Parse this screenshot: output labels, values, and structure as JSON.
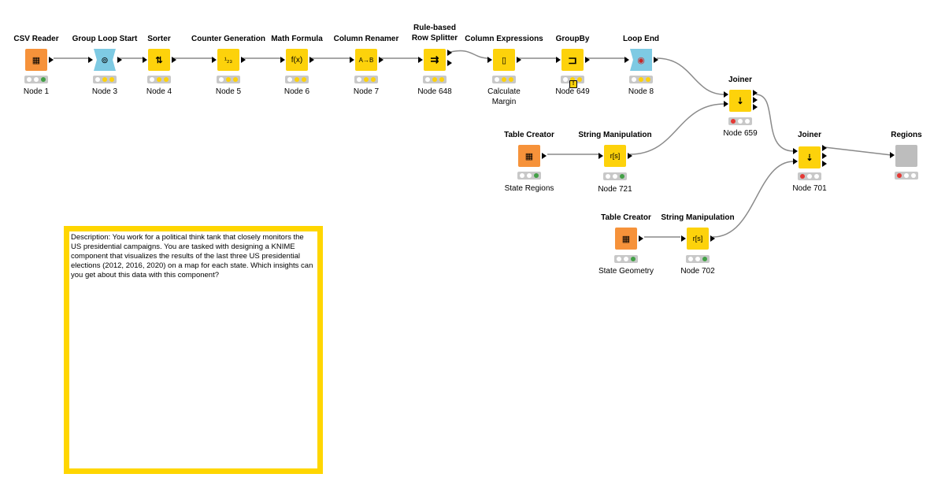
{
  "workflow": {
    "nodes": {
      "csv_reader": {
        "title": "CSV Reader",
        "label": "Node 1",
        "icon": "table-file-icon",
        "glyph": "▦",
        "status": [
          "none",
          "none",
          "green"
        ]
      },
      "group_loop_start": {
        "title": "Group Loop Start",
        "label": "Node 3",
        "icon": "loop-start-icon",
        "glyph": "⊚",
        "status": [
          "none",
          "yellow",
          "yellow"
        ]
      },
      "sorter": {
        "title": "Sorter",
        "label": "Node 4",
        "icon": "sort-icon",
        "glyph": "⇅",
        "status": [
          "none",
          "yellow",
          "yellow"
        ]
      },
      "counter_generation": {
        "title": "Counter Generation",
        "label": "Node 5",
        "icon": "counter-icon",
        "glyph": "¹₂₃",
        "status": [
          "none",
          "yellow",
          "yellow"
        ]
      },
      "math_formula": {
        "title": "Math Formula",
        "label": "Node 6",
        "icon": "function-icon",
        "glyph": "f(x)",
        "status": [
          "none",
          "yellow",
          "yellow"
        ]
      },
      "column_renamer": {
        "title": "Column Renamer",
        "label": "Node 7",
        "icon": "rename-icon",
        "glyph": "A→B",
        "status": [
          "none",
          "yellow",
          "yellow"
        ]
      },
      "rule_splitter": {
        "title_line1": "Rule-based",
        "title_line2": "Row Splitter",
        "label": "Node 648",
        "icon": "split-icon",
        "glyph": "⇉",
        "status": [
          "none",
          "yellow",
          "yellow"
        ]
      },
      "column_expressions": {
        "title": "Column Expressions",
        "label_line1": "Calculate",
        "label_line2": "Margin",
        "icon": "expression-icon",
        "glyph": "▯",
        "status": [
          "none",
          "yellow",
          "yellow"
        ]
      },
      "groupby": {
        "title": "GroupBy",
        "label": "Node 649",
        "icon": "groupby-icon",
        "glyph": "⊐",
        "status": [
          "none",
          "yellow",
          "yellow"
        ],
        "warning": "!"
      },
      "loop_end": {
        "title": "Loop End",
        "label": "Node 8",
        "icon": "loop-end-icon",
        "glyph": "◉",
        "status": [
          "none",
          "yellow",
          "yellow"
        ]
      },
      "joiner_659": {
        "title": "Joiner",
        "label": "Node 659",
        "icon": "joiner-icon",
        "glyph": "⇣",
        "status": [
          "red",
          "none",
          "none"
        ]
      },
      "table_creator_1": {
        "title": "Table Creator",
        "label": "State Regions",
        "icon": "table-create-icon",
        "glyph": "▦",
        "status": [
          "none",
          "none",
          "green"
        ]
      },
      "string_manip_721": {
        "title": "String Manipulation",
        "label": "Node 721",
        "icon": "string-icon",
        "glyph": "r[s]",
        "status": [
          "none",
          "none",
          "green"
        ]
      },
      "joiner_701": {
        "title": "Joiner",
        "label": "Node 701",
        "icon": "joiner-icon",
        "glyph": "⇣",
        "status": [
          "red",
          "none",
          "none"
        ]
      },
      "regions": {
        "title": "Regions",
        "label": "",
        "icon": "component-icon",
        "glyph": "",
        "status": [
          "red",
          "none",
          "none"
        ]
      },
      "table_creator_2": {
        "title": "Table Creator",
        "label": "State Geometry",
        "icon": "table-create-icon",
        "glyph": "▦",
        "status": [
          "none",
          "none",
          "green"
        ]
      },
      "string_manip_702": {
        "title": "String Manipulation",
        "label": "Node 702",
        "icon": "string-icon",
        "glyph": "r[s]",
        "status": [
          "none",
          "none",
          "green"
        ]
      }
    },
    "annotation": {
      "text": "Description: You work for a political think tank that closely monitors the US presidential campaigns. You are tasked with designing a KNIME component that visualizes the results of the last three US presidential elections (2012, 2016, 2020) on a map for each state. Which insights can you get about this data with this component?",
      "border_color": "#ffd600"
    },
    "colors": {
      "source": "#f6923a",
      "manipulator": "#fdd20b",
      "loop": "#7ecae3",
      "component": "#bdbdbd",
      "connection": "#7a7a7a"
    }
  }
}
